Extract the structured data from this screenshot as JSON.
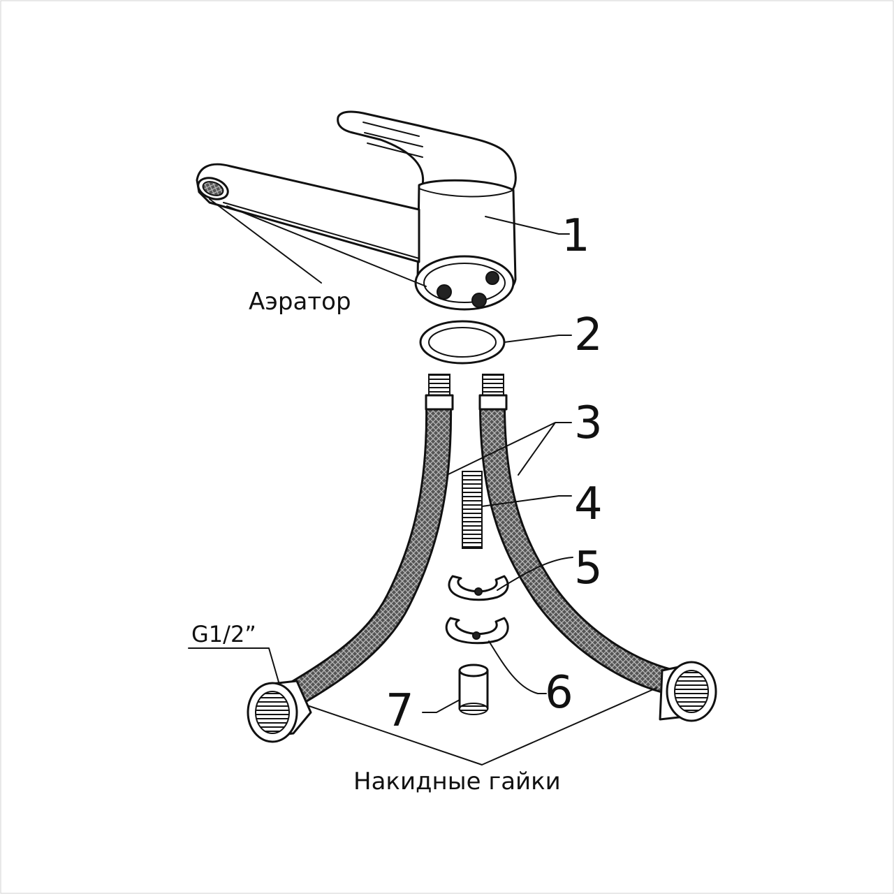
{
  "labels": {
    "aerator": "Аэратор",
    "thread": "G1/2”",
    "nuts": "Накидные гайки"
  },
  "parts": [
    "1",
    "2",
    "3",
    "4",
    "5",
    "6",
    "7"
  ]
}
